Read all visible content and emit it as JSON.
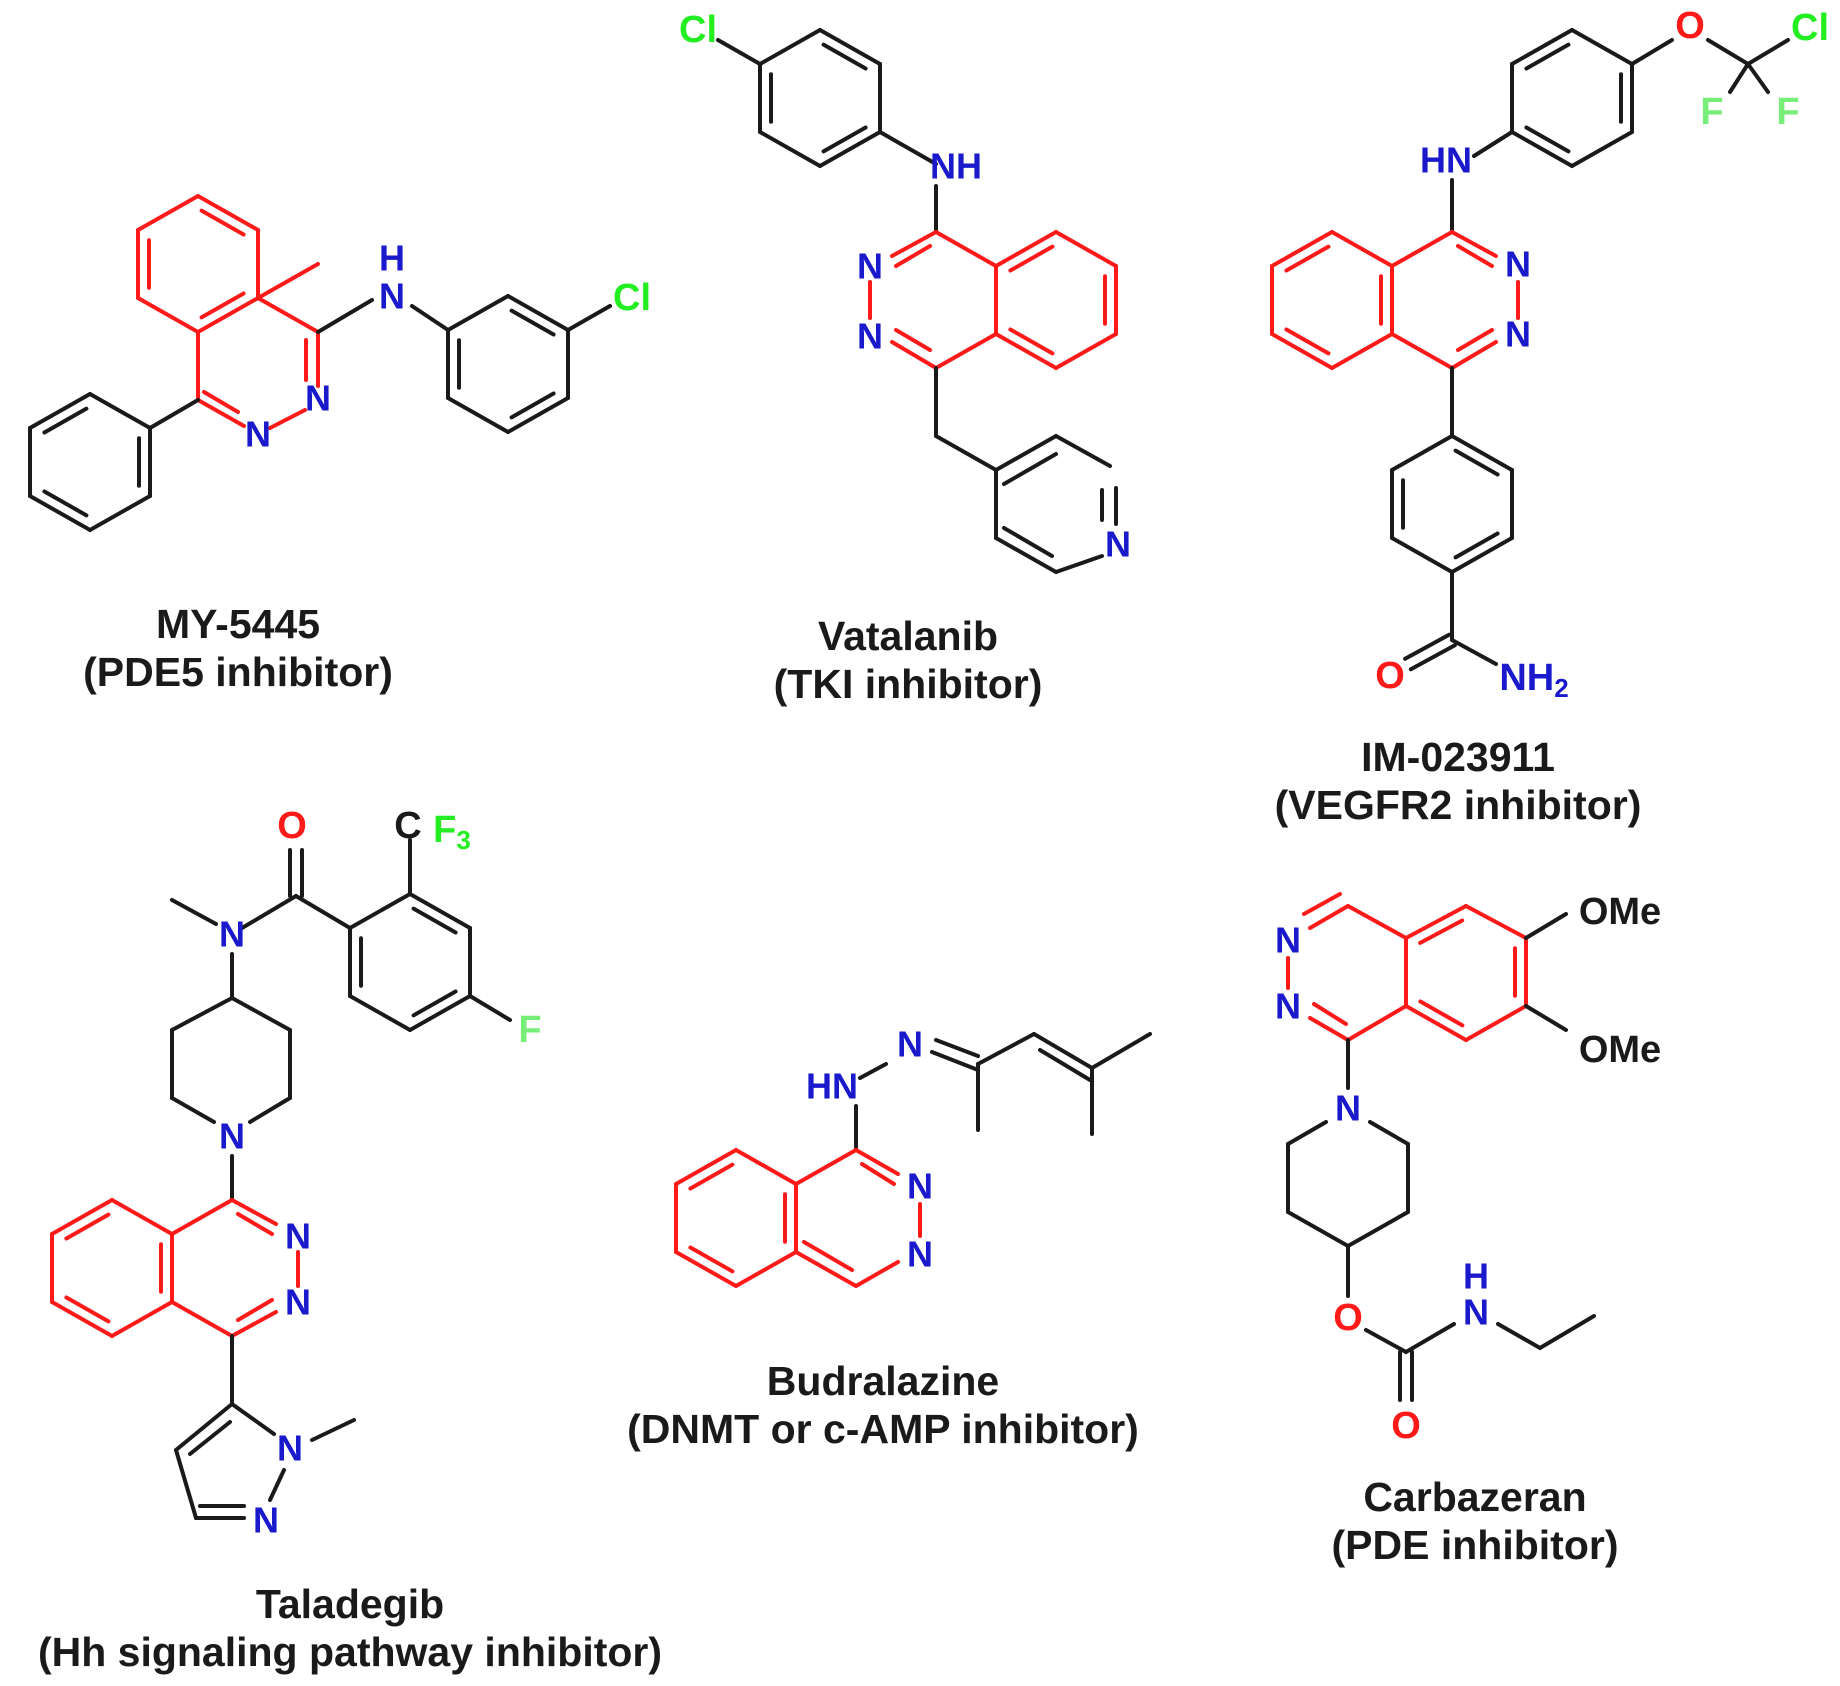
{
  "colors": {
    "core": "#ff1a1a",
    "bond": "#1a1a1a",
    "nitrogen": "#1a1acc",
    "oxygen": "#ff1a1a",
    "chlorine": "#22ee22",
    "fluorine": "#77ee77",
    "caption": "#1a1a1a"
  },
  "atom_labels": {
    "nh": "NH",
    "hn": "HN",
    "n": "N",
    "h": "H",
    "o": "O",
    "cl": "Cl",
    "f": "F",
    "c": "C",
    "ome": "OMe",
    "nh2_main": "NH",
    "nh2_sub": "2",
    "f3_main": "F",
    "f3_sub": "3"
  },
  "molecules": [
    {
      "name": "MY-5445",
      "activity": "(PDE5 inhibitor)"
    },
    {
      "name": "Vatalanib",
      "activity": "(TKI inhibitor)"
    },
    {
      "name": "IM-023911",
      "activity": "(VEGFR2 inhibitor)"
    },
    {
      "name": "Taladegib",
      "activity": "(Hh signaling pathway inhibitor)"
    },
    {
      "name": "Budralazine",
      "activity": "(DNMT or c-AMP inhibitor)"
    },
    {
      "name": "Carbazeran",
      "activity": "(PDE inhibitor)"
    }
  ]
}
